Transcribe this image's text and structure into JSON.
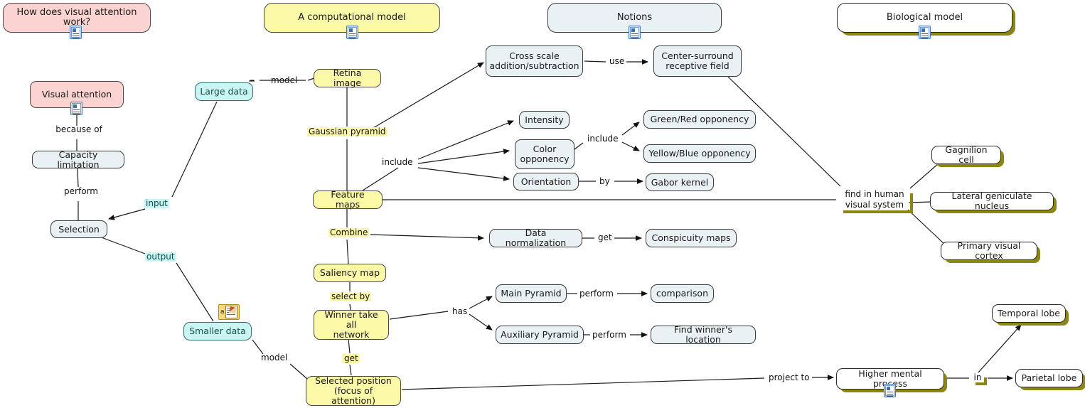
{
  "diagram": {
    "title": "How does visual attention work?",
    "background": "#ffffff",
    "colors": {
      "pink": "#fbd3d1",
      "yellow": "#fbf8a8",
      "cyan": "#c9f5f2",
      "blue_grey": "#eaf1f4",
      "white": "#ffffff",
      "olive_shadow": "#8c8613",
      "line": "#1a1a1a"
    }
  },
  "nodes": [
    {
      "id": "question",
      "label": "How does visual attention work?",
      "style": "pink",
      "icon": "document-icon"
    },
    {
      "id": "comp_model",
      "label": "A computational model",
      "style": "yellow",
      "icon": "document-icon"
    },
    {
      "id": "notions",
      "label": "Notions",
      "style": "blue",
      "icon": "document-icon"
    },
    {
      "id": "bio_model",
      "label": "Biological model",
      "style": "white",
      "icon": "document-icon"
    },
    {
      "id": "visual_attention",
      "label": "Visual attention",
      "style": "pink",
      "icon": "document-icon"
    },
    {
      "id": "capacity",
      "label": "Capacity limitation",
      "style": "blue",
      "icon": null
    },
    {
      "id": "selection",
      "label": "Selection",
      "style": "blue",
      "icon": null
    },
    {
      "id": "large_data",
      "label": "Large data",
      "style": "cyan",
      "icon": null
    },
    {
      "id": "smaller_data",
      "label": "Smaller data",
      "style": "cyan",
      "icon": "note-icon"
    },
    {
      "id": "retina",
      "label": "Retina image",
      "style": "yellow",
      "icon": null
    },
    {
      "id": "feature_maps",
      "label": "Feature maps",
      "style": "yellow",
      "icon": null
    },
    {
      "id": "saliency_map",
      "label": "Saliency map",
      "style": "yellow",
      "icon": null
    },
    {
      "id": "wta",
      "label": "Winner take all\nnetwork",
      "style": "yellow",
      "icon": null
    },
    {
      "id": "selected_pos",
      "label": "Selected position\n(focus of attention)",
      "style": "yellow",
      "icon": null
    },
    {
      "id": "cross_scale",
      "label": "Cross scale\naddition/subtraction",
      "style": "blue",
      "icon": null
    },
    {
      "id": "center_surround",
      "label": "Center-surround\nreceptive field",
      "style": "blue",
      "icon": null
    },
    {
      "id": "intensity",
      "label": "Intensity",
      "style": "blue",
      "icon": null
    },
    {
      "id": "color_opp",
      "label": "Color\nopponency",
      "style": "blue",
      "icon": null
    },
    {
      "id": "orientation",
      "label": "Orientation",
      "style": "blue",
      "icon": null
    },
    {
      "id": "green_red",
      "label": "Green/Red opponency",
      "style": "blue",
      "icon": null
    },
    {
      "id": "yellow_blue",
      "label": "Yellow/Blue opponency",
      "style": "blue",
      "icon": null
    },
    {
      "id": "gabor",
      "label": "Gabor kernel",
      "style": "blue",
      "icon": null
    },
    {
      "id": "data_norm",
      "label": "Data normalization",
      "style": "blue",
      "icon": null
    },
    {
      "id": "conspicuity",
      "label": "Conspicuity maps",
      "style": "blue",
      "icon": null
    },
    {
      "id": "main_pyramid",
      "label": "Main Pyramid",
      "style": "blue",
      "icon": null
    },
    {
      "id": "aux_pyramid",
      "label": "Auxiliary Pyramid",
      "style": "blue",
      "icon": null
    },
    {
      "id": "comparison",
      "label": "comparison",
      "style": "blue",
      "icon": null
    },
    {
      "id": "find_winner",
      "label": "Find winner's location",
      "style": "blue",
      "icon": null
    },
    {
      "id": "ganglion",
      "label": "Gagnilion cell",
      "style": "white",
      "icon": null
    },
    {
      "id": "lgn",
      "label": "Lateral geniculate nucleus",
      "style": "white",
      "icon": null
    },
    {
      "id": "v1",
      "label": "Primary visual cortex",
      "style": "white",
      "icon": null
    },
    {
      "id": "higher_mental",
      "label": "Higher mental process",
      "style": "white",
      "icon": "document-icon"
    },
    {
      "id": "temporal_lobe",
      "label": "Temporal lobe",
      "style": "white",
      "icon": null
    },
    {
      "id": "parietal_lobe",
      "label": "Parietal lobe",
      "style": "white",
      "icon": null
    }
  ],
  "link_labels": [
    {
      "id": "because_of",
      "text": "because of",
      "style": "plain"
    },
    {
      "id": "perform_sel",
      "text": "perform",
      "style": "plain"
    },
    {
      "id": "input",
      "text": "input",
      "style": "cyan"
    },
    {
      "id": "output",
      "text": "output",
      "style": "cyan"
    },
    {
      "id": "model_retina",
      "text": "model",
      "style": "plain"
    },
    {
      "id": "model_small",
      "text": "model",
      "style": "plain"
    },
    {
      "id": "gaussian",
      "text": "Gaussian pyramid",
      "style": "yellow"
    },
    {
      "id": "include_fm",
      "text": "include",
      "style": "plain"
    },
    {
      "id": "include_col",
      "text": "include",
      "style": "plain"
    },
    {
      "id": "by",
      "text": "by",
      "style": "plain"
    },
    {
      "id": "use",
      "text": "use",
      "style": "plain"
    },
    {
      "id": "combine",
      "text": "Combine",
      "style": "yellow"
    },
    {
      "id": "get_consp",
      "text": "get",
      "style": "plain"
    },
    {
      "id": "select_by",
      "text": "select by",
      "style": "yellow"
    },
    {
      "id": "has",
      "text": "has",
      "style": "plain"
    },
    {
      "id": "perform_main",
      "text": "perform",
      "style": "plain"
    },
    {
      "id": "perform_aux",
      "text": "perform",
      "style": "plain"
    },
    {
      "id": "get_pos",
      "text": "get",
      "style": "yellow"
    },
    {
      "id": "find_human",
      "text": "find in human\nvisual system",
      "style": "olive"
    },
    {
      "id": "project_to",
      "text": "project to",
      "style": "plain"
    },
    {
      "id": "in",
      "text": "in",
      "style": "olive"
    }
  ]
}
